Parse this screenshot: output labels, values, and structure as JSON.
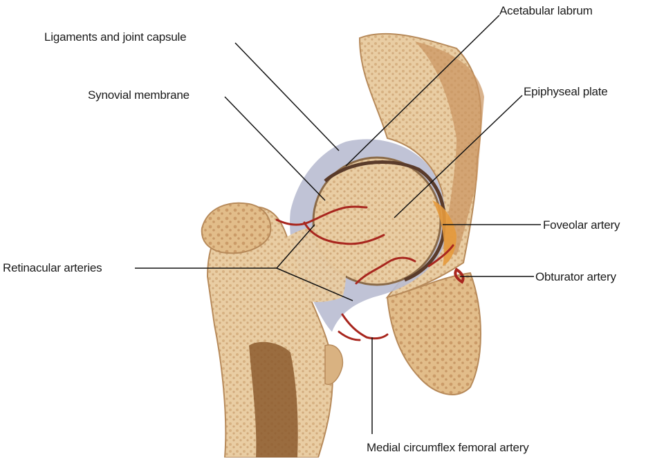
{
  "labels": {
    "acetabular_labrum": "Acetabular labrum",
    "ligaments_capsule": "Ligaments and joint capsule",
    "synovial_membrane": "Synovial membrane",
    "epiphyseal_plate": "Epiphyseal plate",
    "foveolar_artery": "Foveolar artery",
    "retinacular_arteries": "Retinacular arteries",
    "obturator_artery": "Obturator artery",
    "medial_circumflex": "Medial circumflex femoral artery"
  },
  "colors": {
    "bone": "#e8c89a",
    "bone_dark": "#c9935e",
    "cartilage": "#b9bcd2",
    "artery": "#a8261e",
    "leader": "#111111"
  }
}
